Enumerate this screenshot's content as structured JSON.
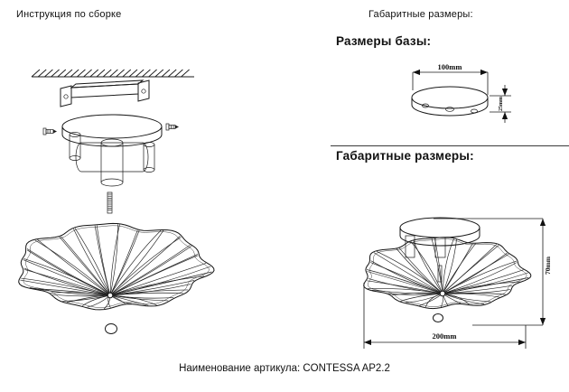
{
  "page": {
    "title_left": "Инструкция по сборке",
    "title_right": "Габаритные размеры:",
    "footer": "Наименование артикула: CONTESSA AP2.2"
  },
  "base_drawing": {
    "heading": "Размеры базы:",
    "width_label": "100mm",
    "height_label": "25mm"
  },
  "overall_drawing": {
    "heading": "Габаритные размеры:",
    "width_label": "200mm",
    "height_label": "70mm"
  }
}
